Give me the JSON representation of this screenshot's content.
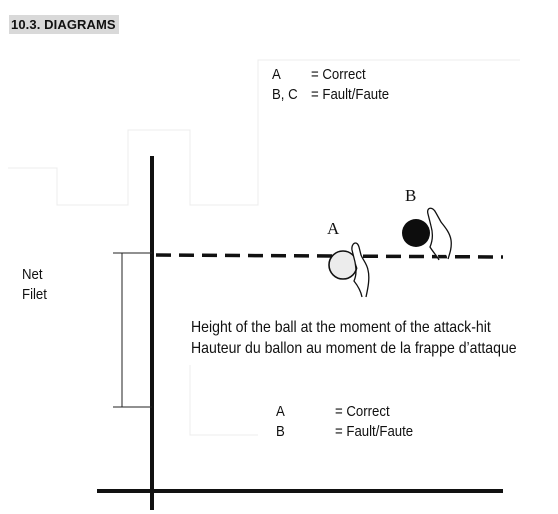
{
  "section_title": "10.3. DIAGRAMS",
  "top_legend": {
    "rows": [
      {
        "key": "A",
        "value": "= Correct"
      },
      {
        "key": "B, C",
        "value": "= Fault/Faute"
      }
    ]
  },
  "net_label": {
    "line1": "Net",
    "line2": "Filet"
  },
  "ball_a_label": "A",
  "ball_b_label": "B",
  "caption": {
    "line1": "Height of the ball at the moment of the attack-hit",
    "line2": "Hauteur du ballon au moment de la frappe d’attaque"
  },
  "bottom_legend": {
    "rows": [
      {
        "key": "A",
        "value": "= Correct"
      },
      {
        "key": "B",
        "value": "= Fault/Faute"
      }
    ]
  },
  "colors": {
    "ink": "#111111",
    "title_bg": "#d9d9d9",
    "ghost": "#ececec"
  }
}
